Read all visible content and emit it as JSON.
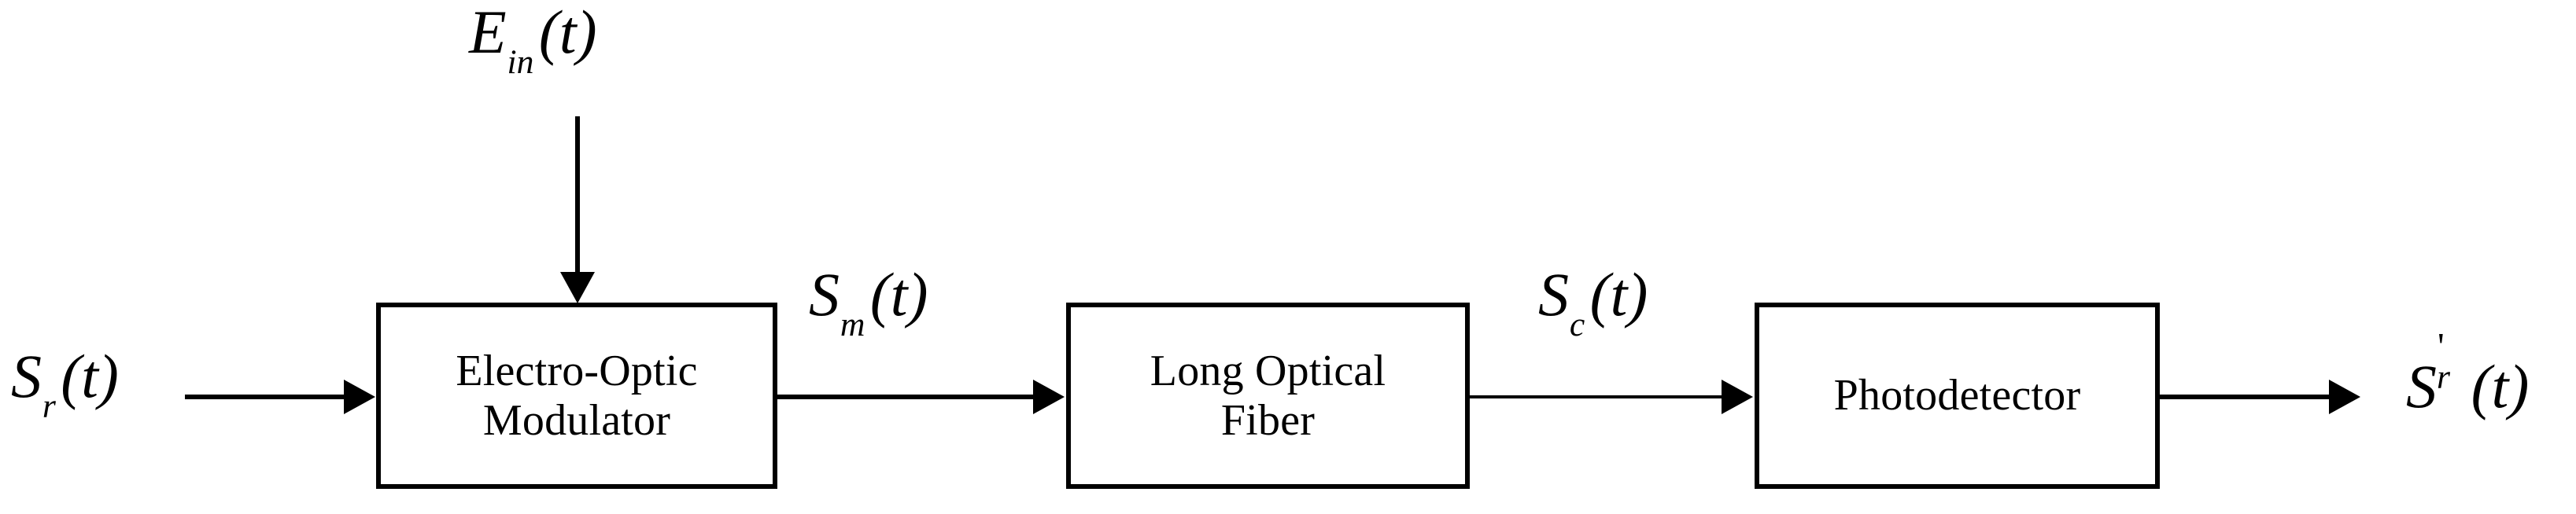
{
  "diagram": {
    "title": "Optical fiber communication link block diagram",
    "background_color": "#ffffff",
    "stroke_color": "#000000",
    "blocks": [
      {
        "id": "electro-optic-modulator",
        "line1": "Electro-Optic",
        "line2": "Modulator"
      },
      {
        "id": "long-optical-fiber",
        "line1": "Long Optical",
        "line2": "Fiber"
      },
      {
        "id": "photodetector",
        "line1": "Photodetector",
        "line2": ""
      }
    ],
    "signals": {
      "input": {
        "base": "S",
        "sub": "r",
        "prime": "",
        "arg": "(t)",
        "text": "S_r(t)"
      },
      "optical_source": {
        "base": "E",
        "sub": "in",
        "prime": "",
        "arg": "(t)",
        "text": "E_in(t)"
      },
      "modulated": {
        "base": "S",
        "sub": "m",
        "prime": "",
        "arg": "(t)",
        "text": "S_m(t)"
      },
      "channel": {
        "base": "S",
        "sub": "c",
        "prime": "",
        "arg": "(t)",
        "text": "S_c(t)"
      },
      "output": {
        "base": "S",
        "sub": "r",
        "prime": "'",
        "arg": "(t)",
        "text": "S'_r(t)"
      }
    }
  }
}
